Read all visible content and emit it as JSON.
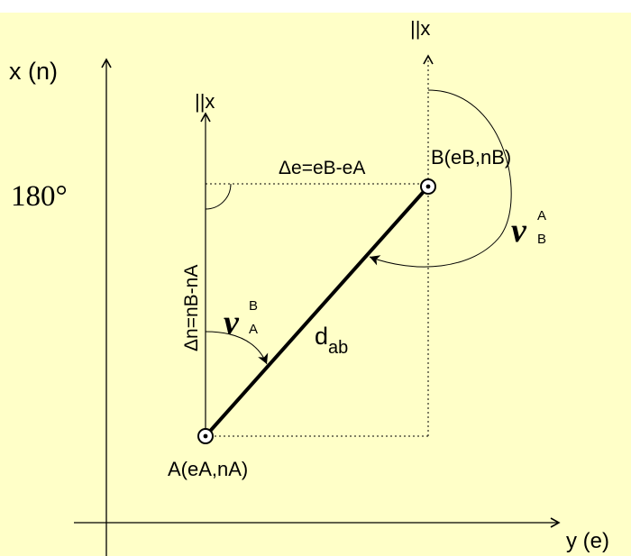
{
  "colors": {
    "background": "#FFFFC8",
    "ink": "#000000",
    "white": "#FFFFFF"
  },
  "labels": {
    "x_axis_label": "x (n)",
    "y_axis_label": "y (e)",
    "parallel_x_a": "||x",
    "parallel_x_b": "||x",
    "delta_e": "Δe=eB-eA",
    "delta_n": "Δn=nB-nA",
    "point_a": "A(eA,nA)",
    "point_b": "B(eB,nB)",
    "angle_180": "180°",
    "bearing_symbol": "ν",
    "bearing_a_super": "B",
    "bearing_a_sub": "A",
    "bearing_b_super": "A",
    "bearing_b_sub": "B",
    "distance_main": "d",
    "distance_sub": "ab"
  },
  "icons": {
    "point_a_marker": "circled-dot-icon",
    "point_b_marker": "circled-dot-icon"
  }
}
